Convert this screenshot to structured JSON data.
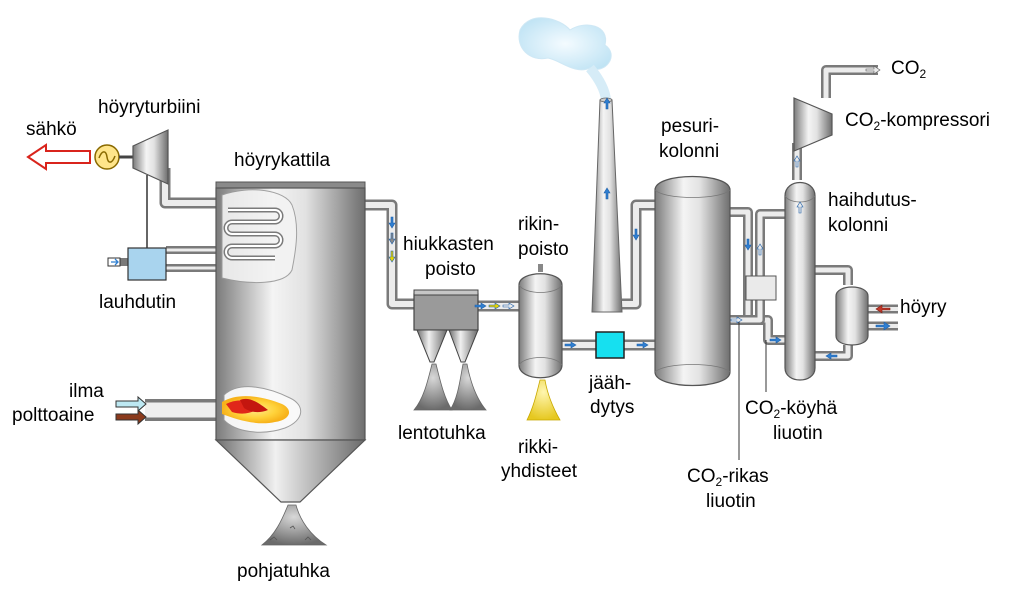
{
  "labels": {
    "sahko": "sähkö",
    "turbine": "höyryturbiini",
    "boiler": "höyrykattila",
    "condenser": "lauhdutin",
    "air": "ilma",
    "fuel": "polttoaine",
    "bottom_ash": "pohjatuhka",
    "particle_removal_1": "hiukkasten",
    "particle_removal_2": "poisto",
    "fly_ash": "lentotuhka",
    "desulf_1": "rikin-",
    "desulf_2": "poisto",
    "sulfur_1": "rikki-",
    "sulfur_2": "yhdisteet",
    "cooling_1": "jääh-",
    "cooling_2": "dytys",
    "scrubber_1": "pesuri-",
    "scrubber_2": "kolonni",
    "stripper_1": "haihdutus-",
    "stripper_2": "kolonni",
    "co2_prefix": "CO",
    "co2_sub": "2",
    "compressor_suffix": "-kompressori",
    "lean_suffix": "-köyhä",
    "rich_suffix": "-rikas",
    "solvent": "liuotin",
    "steam": "höyry"
  },
  "colors": {
    "background": "#ffffff",
    "steel_dark": "#7a7a7a",
    "steel_light": "#f2f2f2",
    "arrow_blue": "#2f7fd1",
    "arrow_yellow": "#e8d400",
    "arrow_red": "#c0392b",
    "air_cyan": "#bde8f2",
    "fuel_brown": "#8b3a1c",
    "cooler_cyan": "#16e0f0",
    "condenser_blue": "#a9d4ee",
    "sulfur_yellow": "#f3e25a",
    "electricity_red": "#d9241c",
    "flame_red": "#e0261a",
    "flame_yellow": "#ffd23a",
    "steam_plume": "#d8eef8"
  }
}
